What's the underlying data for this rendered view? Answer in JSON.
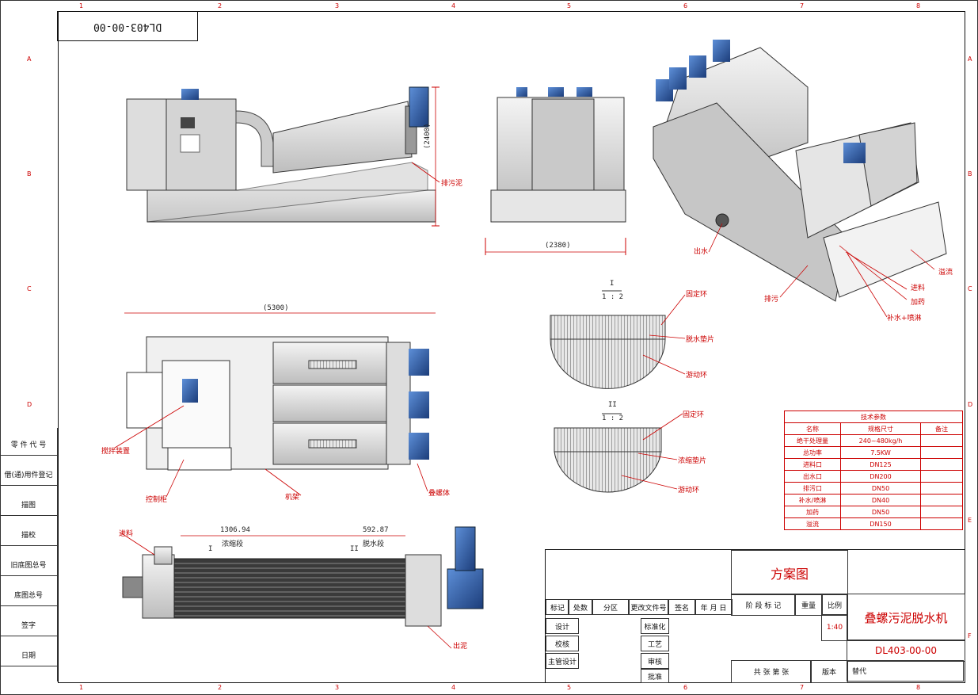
{
  "doc_no_rotated": "DL403-00-00",
  "zones": {
    "cols": [
      "1",
      "2",
      "3",
      "4",
      "5",
      "6",
      "7",
      "8"
    ],
    "rows": [
      "A",
      "B",
      "C",
      "D",
      "E",
      "F"
    ]
  },
  "rev_column": [
    "零 件 代 号",
    "借(通)用件登记",
    "描图",
    "描校",
    "旧底图总号",
    "底图总号",
    "签字",
    "日期"
  ],
  "views": {
    "front": {
      "dim_height": "(2400)",
      "label_sludge": "排污泥"
    },
    "side": {
      "dim_width": "(2380)"
    },
    "top": {
      "dim_length": "(5300)",
      "label_mixer": "搅拌装置",
      "label_cabinet": "控制柜",
      "label_frame": "机架",
      "label_stack": "叠螺体"
    },
    "body": {
      "dim1": "1306.94",
      "dim1_name": "浓缩段",
      "dim2": "592.87",
      "dim2_name": "脱水段",
      "sec1": "I",
      "sec2": "II",
      "label_feed": "进料",
      "label_out": "出泥"
    },
    "iso": {
      "label_water": "出水",
      "label_drain": "排污",
      "label_feed": "进料",
      "label_dose": "加药",
      "label_spray": "补水+喷淋",
      "label_overflow": "溢流"
    },
    "detail1": {
      "title": "I",
      "scale": "1 : 2",
      "fixed": "固定环",
      "pad": "脱水垫片",
      "moving": "游动环"
    },
    "detail2": {
      "title": "II",
      "scale": "1 : 2",
      "fixed": "固定环",
      "pad": "浓缩垫片",
      "moving": "游动环"
    }
  },
  "tech_params": {
    "title": "技术参数",
    "headers": [
      "名称",
      "规格尺寸",
      "备注"
    ],
    "rows": [
      [
        "绝干处理量",
        "240~480kg/h",
        ""
      ],
      [
        "总功率",
        "7.5KW",
        ""
      ],
      [
        "进料口",
        "DN125",
        ""
      ],
      [
        "出水口",
        "DN200",
        ""
      ],
      [
        "排污口",
        "DN50",
        ""
      ],
      [
        "补水/喷淋",
        "DN40",
        ""
      ],
      [
        "加药",
        "DN50",
        ""
      ],
      [
        "溢流",
        "DN150",
        ""
      ]
    ]
  },
  "title_block": {
    "scheme": "方案图",
    "stage_mark": "阶 段 标 记",
    "weight": "重量",
    "scale_label": "比例",
    "scale_value": "1:40",
    "product_name": "叠螺污泥脱水机",
    "drawing_no": "DL403-00-00",
    "sheet": "共 张 第 张",
    "version": "版本",
    "replace": "替代",
    "rev_headers": [
      "标记",
      "处数",
      "分区",
      "更改文件号",
      "签名",
      "年 月 日"
    ],
    "roles_left": [
      "设计",
      "校核",
      "主管设计"
    ],
    "roles_mid": [
      "标准化",
      "工艺",
      "审核",
      "批准"
    ]
  }
}
